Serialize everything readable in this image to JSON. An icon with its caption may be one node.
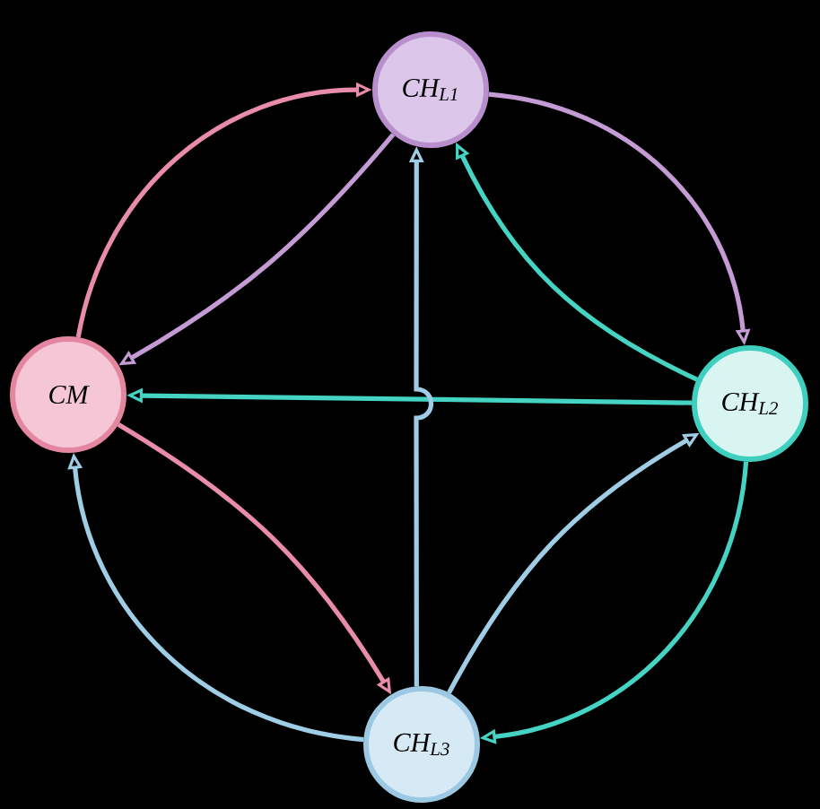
{
  "diagram": {
    "nodes": [
      {
        "text": [
          "CH$_{L1}$"
        ]
      },
      {
        "text": [
          "CM"
        ]
      },
      {
        "text": [
          "CH$_{L2}$"
        ]
      },
      {
        "text": [
          "CH$_{L3}$"
        ]
      }
    ],
    "edges": [
      {
        "from": 1,
        "to": 0,
        "arrow": "to",
        "color": "#e98cab"
      },
      {
        "from": 0,
        "to": 2,
        "arrow": "to",
        "color": "#c59bd6"
      },
      {
        "from": 0,
        "to": 1,
        "arrow": "to",
        "color": "#c59bd6"
      },
      {
        "from": 2,
        "to": 0,
        "arrow": "to",
        "color": "#45d3c3"
      },
      {
        "from": 2,
        "to": 1,
        "arrow": "to",
        "color": "#45d3c3"
      },
      {
        "from": 2,
        "to": 3,
        "arrow": "to",
        "color": "#45d3c3"
      },
      {
        "from": 1,
        "to": 3,
        "arrow": "to",
        "color": "#e98cab"
      },
      {
        "from": 3,
        "to": 1,
        "arrow": "to",
        "color": "#9fcde6"
      },
      {
        "from": 3,
        "to": 0,
        "arrow": "to",
        "color": "#9fcde6"
      },
      {
        "from": 3,
        "to": 2,
        "arrow": "to",
        "color": "#9fcde6"
      }
    ]
  }
}
